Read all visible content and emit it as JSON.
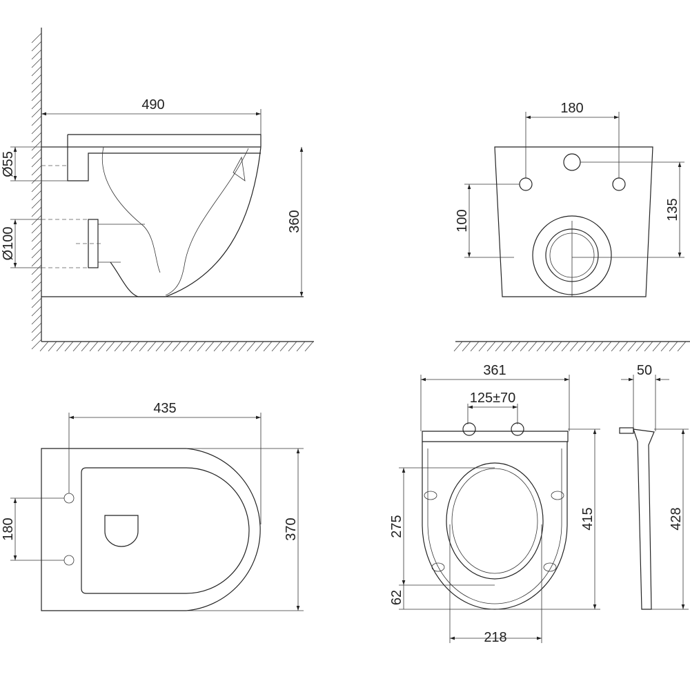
{
  "side_view": {
    "width": "490",
    "inlet_diameter": "Ø55",
    "outlet_diameter": "Ø100",
    "height": "360"
  },
  "front_view": {
    "bolt_spacing": "180",
    "bolt_to_outlet": "100",
    "inlet_to_outlet": "135"
  },
  "top_view": {
    "length": "435",
    "bolt_spacing": "180",
    "width": "370"
  },
  "seat_view": {
    "width": "361",
    "hinge_spacing": "125±70",
    "opening_length": "275",
    "front_rim": "62",
    "length": "415",
    "opening_width": "218"
  },
  "seat_side_view": {
    "thickness": "50",
    "length": "428"
  }
}
